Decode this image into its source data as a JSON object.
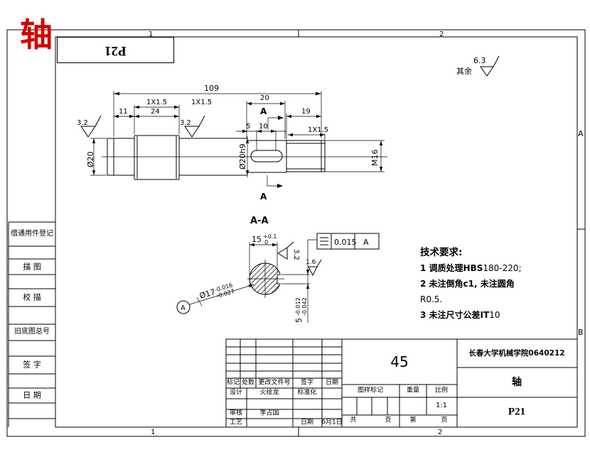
{
  "page": {
    "zone_col_1": "1",
    "zone_col_2": "2",
    "zone_row_a": "A",
    "zone_row_b": "B"
  },
  "stamp_text": "轴",
  "flipped_ref": "P21",
  "surface_note": {
    "prefix": "其余",
    "value": "6.3"
  },
  "drawing": {
    "dims": {
      "overall": "109",
      "len11": "11",
      "len24": "24",
      "chamfer": "1X1.5",
      "len20": "20",
      "key5": "5",
      "key10": "10",
      "len19": "19",
      "dia20": "Ø20",
      "dia20h9": "Ø20h9",
      "m16": "M16",
      "rough32": "3.2"
    },
    "section_label": "A"
  },
  "section": {
    "title": "A-A",
    "w15": "15",
    "w15_sup": "+0.1",
    "w15_sub": "0",
    "dia17": "Ø17",
    "dia17_sup": "-0.016",
    "dia17_sub": "-0.027",
    "depth5": "5",
    "depth5_sup": "-0.012",
    "depth5_sub": "-0.042",
    "datum": "A",
    "rough16": "1.6",
    "rough32": "3.2",
    "gdt_value": "0.015",
    "gdt_datum": "A"
  },
  "tech_req": {
    "title": "技术要求:",
    "l1_bold": "1 调质处理HBS",
    "l1_rest": "180-220;",
    "l2_bold": "2 未注倒角c1, 未注圆角",
    "l3": "R0.5.",
    "l4_bold": "3 未注尺寸公差IT",
    "l4_rest": "10"
  },
  "side_column": {
    "r1": "借通用件登记",
    "r2": "描 图",
    "r3": "校 描",
    "r4": "旧底图总号",
    "r5": "签 字",
    "r6": "日 期"
  },
  "title_block": {
    "rev_c1": "标记",
    "rev_c2": "处数",
    "rev_c3": "更改文件号",
    "rev_c4": "签字",
    "rev_c5": "日期",
    "design_label": "设计",
    "design_name": "火绘龙",
    "std_label": "标准化",
    "audit_label": "审核",
    "audit_name": "李占国",
    "process_label": "工艺",
    "date_label": "日期",
    "date_value": "6月1日",
    "material": "45",
    "mark_label": "图样标记",
    "weight_label": "重量",
    "scale_label": "比例",
    "scale_value": "1:1",
    "sheets_label": "共",
    "sheets_unit": "页",
    "sheet_label": "第",
    "sheet_unit": "页",
    "org": "长春大学机械学院0640212",
    "part": "轴",
    "code": "P21"
  }
}
